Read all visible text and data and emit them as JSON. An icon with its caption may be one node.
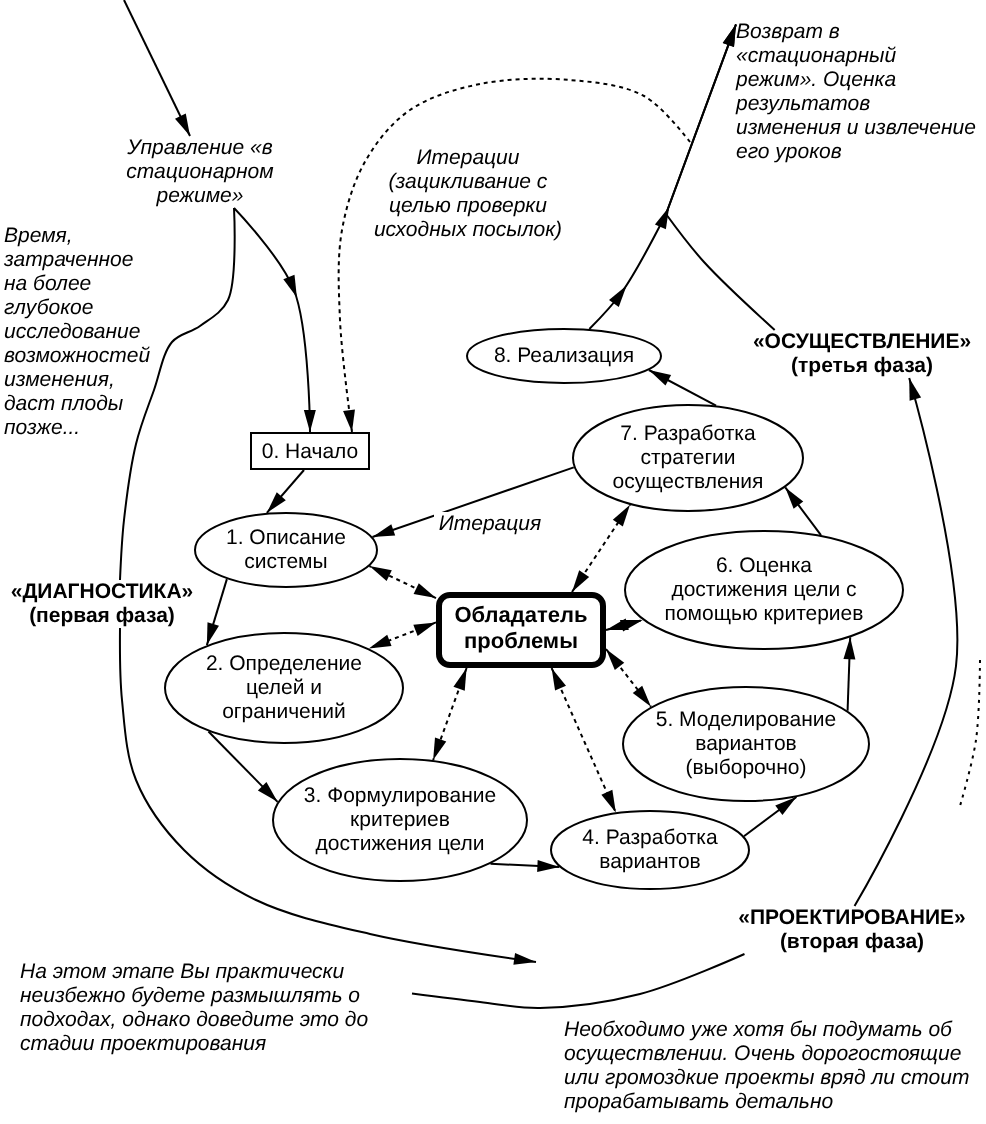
{
  "diagram": {
    "nodes": [
      {
        "text": [
          "Возврат в «стационарный режим». Оценка результатов изменения и извлечение его уроков"
        ]
      },
      {
        "text": [
          "Управление «в стационарном режиме»"
        ]
      },
      {
        "text": [
          "8. Реализация"
        ]
      },
      {
        "text": [
          "«ОСУЩЕСТВЛЕНИЕ» (третья фаза)"
        ]
      },
      {
        "text": [
          "7. Разработка стратегии осуществления"
        ]
      },
      {
        "text": [
          "0. Начало"
        ]
      },
      {
        "text": [
          "1. Описание системы"
        ]
      },
      {
        "text": [
          "6. Оценка достижения цели с помощью критериев"
        ]
      },
      {
        "text": [
          "«ДИАГНОСТИКА» (первая фаза)"
        ]
      },
      {
        "text": [
          "Обладатель проблемы"
        ]
      },
      {
        "text": [
          "2. Определение целей и ограничений"
        ]
      },
      {
        "text": [
          "5. Моделирование вариантов (выборочно)"
        ]
      },
      {
        "text": [
          "3. Формулирование критериев достижения цели"
        ]
      },
      {
        "text": [
          "4. Разработка вариантов"
        ]
      },
      {
        "text": [
          "«ПРОЕКТИРОВАНИЕ» (вторая фаза)"
        ]
      },
      {
        "text": [
          "На этом этапе Вы практически неизбежно будете размышлять о подходах, однако доведите это до стадии проектирования"
        ]
      }
    ],
    "edges": [
      {
        "from": null,
        "to": 1,
        "arrow": "to"
      },
      {
        "from": 1,
        "to": 5,
        "arrow": "to"
      },
      {
        "from": 1,
        "to": 8,
        "arrow": "none"
      },
      {
        "from": 8,
        "to": null,
        "arrow": "to"
      },
      {
        "from": 15,
        "to": 14,
        "arrow": "none"
      },
      {
        "from": 14,
        "to": 3,
        "arrow": "to"
      },
      {
        "from": 3,
        "to": 0,
        "arrow": "to"
      },
      {
        "from": 2,
        "to": 0,
        "arrow": "to"
      },
      {
        "from": null,
        "to": 5,
        "arrow": "to",
        "style": "dashed"
      },
      {
        "from": 5,
        "to": 6,
        "arrow": "to"
      },
      {
        "from": 6,
        "to": 10,
        "arrow": "to"
      },
      {
        "from": 10,
        "to": 12,
        "arrow": "to"
      },
      {
        "from": 12,
        "to": 13,
        "arrow": "to"
      },
      {
        "from": 13,
        "to": 11,
        "arrow": "to"
      },
      {
        "from": 11,
        "to": 7,
        "arrow": "to"
      },
      {
        "from": 7,
        "to": 4,
        "arrow": "to"
      },
      {
        "from": 4,
        "to": 2,
        "arrow": "to"
      },
      {
        "from": 4,
        "to": 6,
        "arrow": "to",
        "label": "Итерация"
      },
      {
        "from": 9,
        "to": 6,
        "arrow": "both",
        "style": "dashed"
      },
      {
        "from": 9,
        "to": 10,
        "arrow": "both",
        "style": "dashed"
      },
      {
        "from": 9,
        "to": 12,
        "arrow": "both",
        "style": "dashed"
      },
      {
        "from": 9,
        "to": 13,
        "arrow": "both",
        "style": "dashed"
      },
      {
        "from": 9,
        "to": 11,
        "arrow": "both",
        "style": "dashed"
      },
      {
        "from": 9,
        "to": 7,
        "arrow": "both",
        "style": "dashed"
      },
      {
        "from": 9,
        "to": 4,
        "arrow": "both",
        "style": "dashed"
      }
    ],
    "labels": [
      "Итерации (зацикливание с целью проверки исходных посылок)",
      "Время, затраченное на более глубокое исследование возможностей изменения, даст плоды позже...",
      "Необходимо уже хотя бы подумать об осуществлении. Очень дорогостоящие или громоздкие проекты вряд ли стоит прорабатывать детально"
    ]
  }
}
